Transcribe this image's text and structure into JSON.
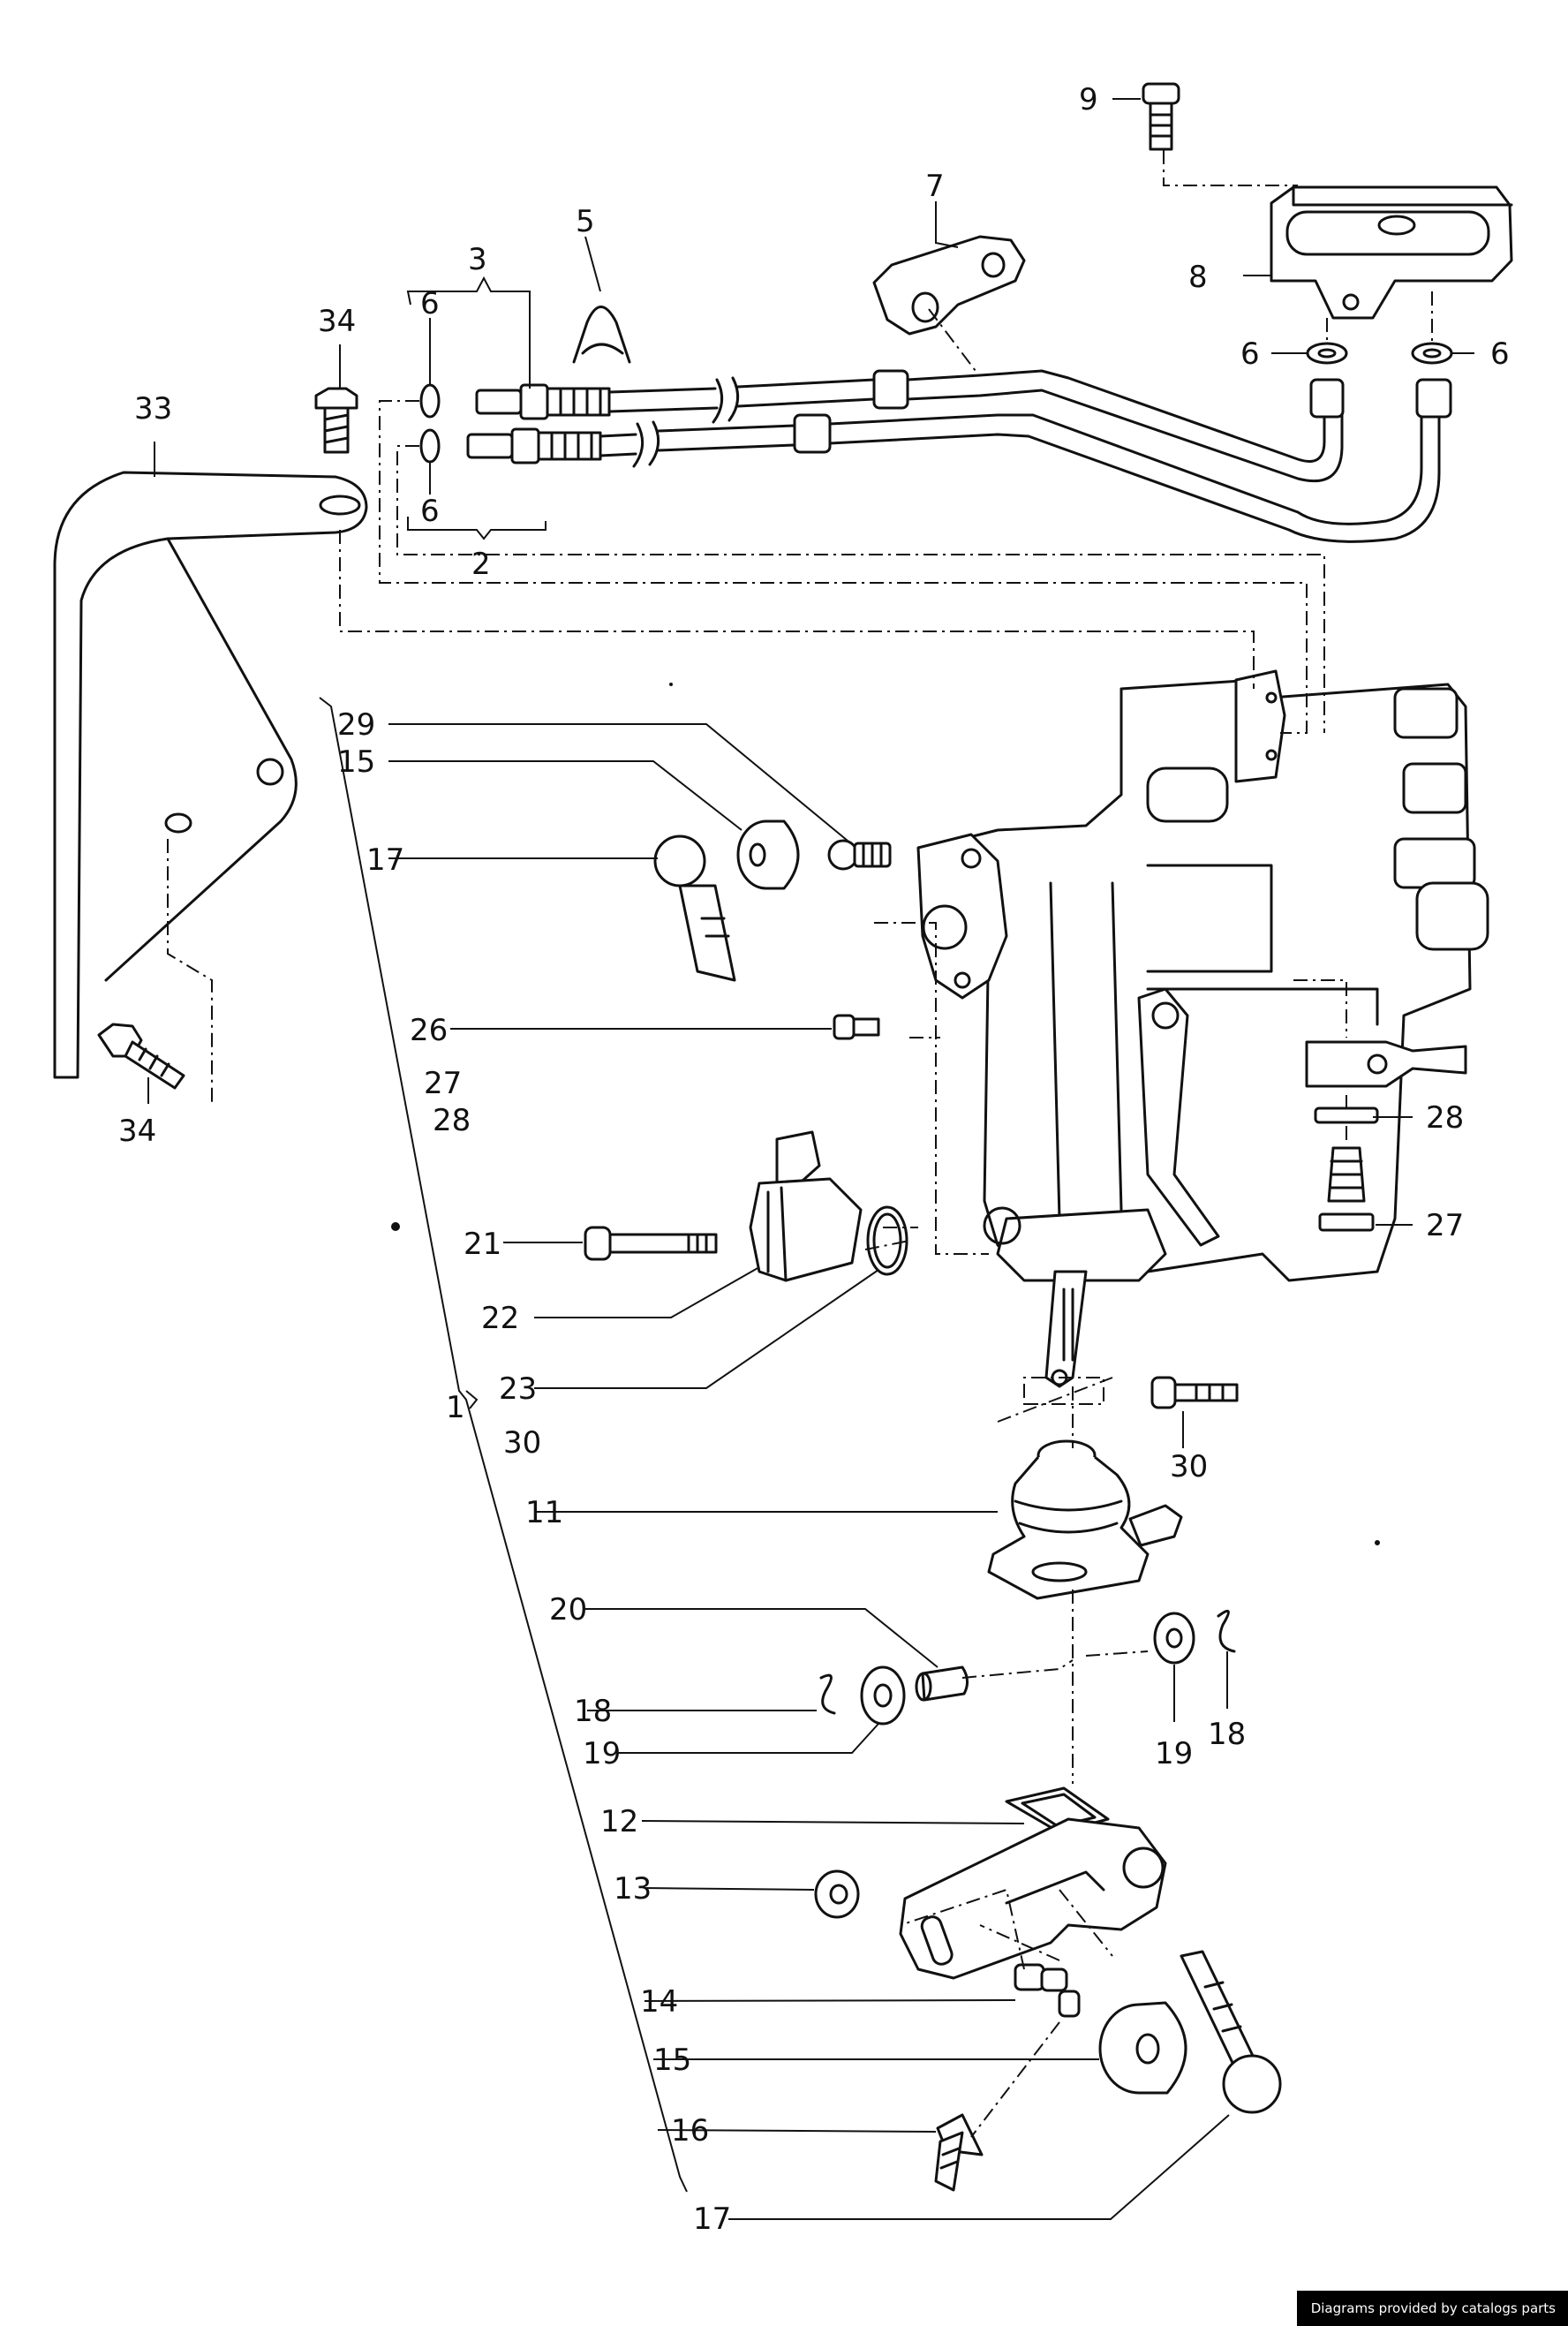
{
  "diagram": {
    "labels": [
      {
        "id": "l9",
        "text": "9"
      },
      {
        "id": "l7",
        "text": "7"
      },
      {
        "id": "l5",
        "text": "5"
      },
      {
        "id": "l3",
        "text": "3"
      },
      {
        "id": "l34a",
        "text": "34"
      },
      {
        "id": "l6a",
        "text": "6"
      },
      {
        "id": "l33",
        "text": "33"
      },
      {
        "id": "l8",
        "text": "8"
      },
      {
        "id": "l6b",
        "text": "6"
      },
      {
        "id": "l6c",
        "text": "6"
      },
      {
        "id": "l6d",
        "text": "6"
      },
      {
        "id": "l2",
        "text": "2"
      },
      {
        "id": "l29",
        "text": "29"
      },
      {
        "id": "l15a",
        "text": "15"
      },
      {
        "id": "l17a",
        "text": "17"
      },
      {
        "id": "l26",
        "text": "26"
      },
      {
        "id": "l27a",
        "text": "27"
      },
      {
        "id": "l28a",
        "text": "28"
      },
      {
        "id": "l34b",
        "text": "34"
      },
      {
        "id": "l28b",
        "text": "28"
      },
      {
        "id": "l27b",
        "text": "27"
      },
      {
        "id": "l21",
        "text": "21"
      },
      {
        "id": "l22",
        "text": "22"
      },
      {
        "id": "l23",
        "text": "23"
      },
      {
        "id": "l1",
        "text": "1"
      },
      {
        "id": "l30a",
        "text": "30"
      },
      {
        "id": "l30b",
        "text": "30"
      },
      {
        "id": "l11",
        "text": "11"
      },
      {
        "id": "l20",
        "text": "20"
      },
      {
        "id": "l18a",
        "text": "18"
      },
      {
        "id": "l19a",
        "text": "19"
      },
      {
        "id": "l19b",
        "text": "19"
      },
      {
        "id": "l18b",
        "text": "18"
      },
      {
        "id": "l12",
        "text": "12"
      },
      {
        "id": "l13",
        "text": "13"
      },
      {
        "id": "l14",
        "text": "14"
      },
      {
        "id": "l15b",
        "text": "15"
      },
      {
        "id": "l16",
        "text": "16"
      },
      {
        "id": "l17b",
        "text": "17"
      }
    ],
    "credit": "Diagrams provided by catalogs parts"
  }
}
